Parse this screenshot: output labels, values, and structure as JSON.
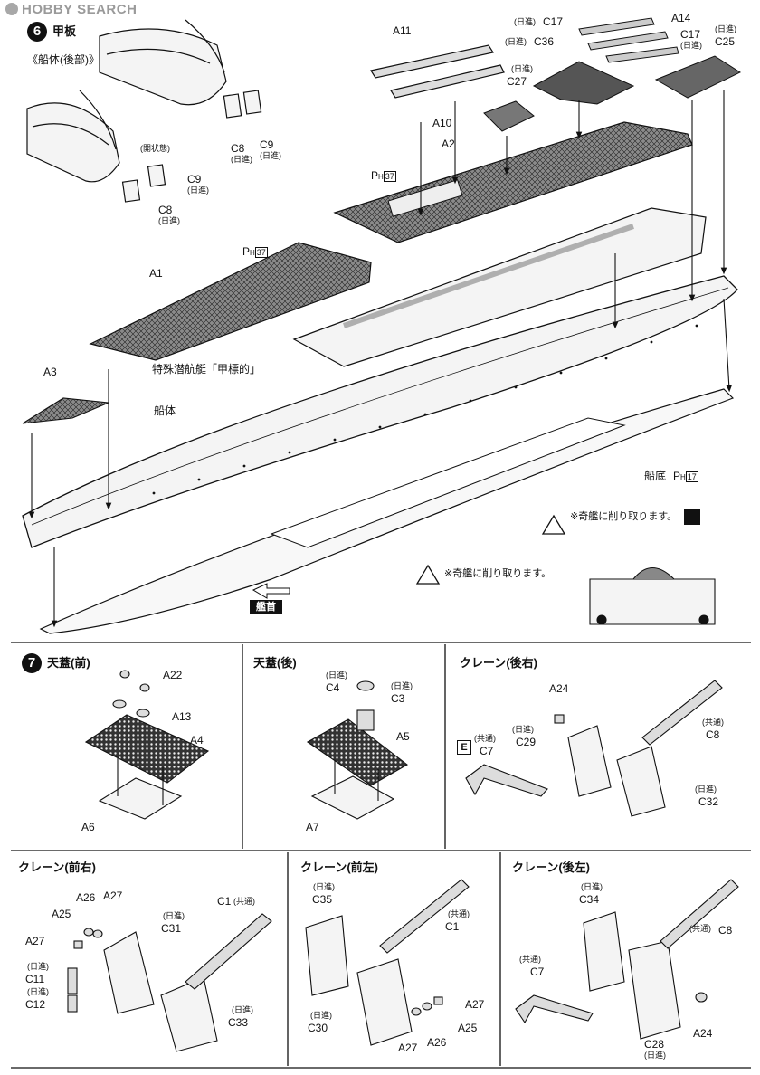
{
  "header": {
    "watermark": "HOBBY SEARCH"
  },
  "steps": [
    {
      "number": "6",
      "title": "甲板"
    },
    {
      "number": "7",
      "title": "天蓋(前)"
    }
  ],
  "step6": {
    "subtitle": "《船体(後部)》",
    "open_label": "(開状態)",
    "hull_label": "船体",
    "bottom_label": "船底",
    "sub_label": "特殊潜航艇「甲標的」",
    "caution_texts": [
      "※奇艦に削り取ります。",
      "※奇艦に削り取ります。"
    ],
    "bow_label": "艦首",
    "paint_ref_a": "37",
    "paint_ref_b": "37",
    "paint_ref_c": "17",
    "paint_prefix": "P",
    "paint_sub": "H",
    "parts": [
      "A11",
      "A10",
      "A2",
      "A1",
      "A3",
      "A14",
      "C17",
      "C17",
      "C36",
      "C25",
      "C27",
      "C8",
      "C9",
      "C9",
      "C8"
    ],
    "notes": [
      "(日進)",
      "(日進)",
      "(日進)",
      "(日進)",
      "(日進)",
      "(日進)",
      "(日進)",
      "(日進)",
      "(日進)"
    ]
  },
  "step7": {
    "panels": [
      {
        "title": "天蓋(前)",
        "parts": [
          "A22",
          "A13",
          "A4",
          "A6"
        ]
      },
      {
        "title": "天蓋(後)",
        "parts": [
          "C4",
          "C3",
          "A5",
          "A7"
        ],
        "notes": [
          "(日進)",
          "(日進)"
        ]
      },
      {
        "title": "クレーン(後右)",
        "parts": [
          "A24",
          "C29",
          "C7",
          "C8",
          "C32"
        ],
        "notes": [
          "(日進)",
          "(共通)",
          "(共通)",
          "(日進)"
        ],
        "badge": "E"
      },
      {
        "title": "クレーン(前右)",
        "parts": [
          "A26",
          "A27",
          "A25",
          "A27",
          "C31",
          "C11",
          "C12",
          "C1",
          "C33"
        ],
        "notes": [
          "(日進)",
          "(日進)",
          "(日進)",
          "(共通)",
          "(日進)"
        ]
      },
      {
        "title": "クレーン(前左)",
        "parts": [
          "C35",
          "C1",
          "C30",
          "A27",
          "A25",
          "A27",
          "A26"
        ],
        "notes": [
          "(日進)",
          "(共通)",
          "(日進)"
        ]
      },
      {
        "title": "クレーン(後左)",
        "parts": [
          "C34",
          "C8",
          "C7",
          "C28",
          "A24"
        ],
        "notes": [
          "(日進)",
          "(共通)",
          "(共通)",
          "(日進)"
        ]
      }
    ]
  },
  "colors": {
    "ink": "#111111",
    "watermark": "#9a9a9a",
    "deck_fill": "#8a8a8a",
    "hull_fill": "#f4f4f4"
  }
}
